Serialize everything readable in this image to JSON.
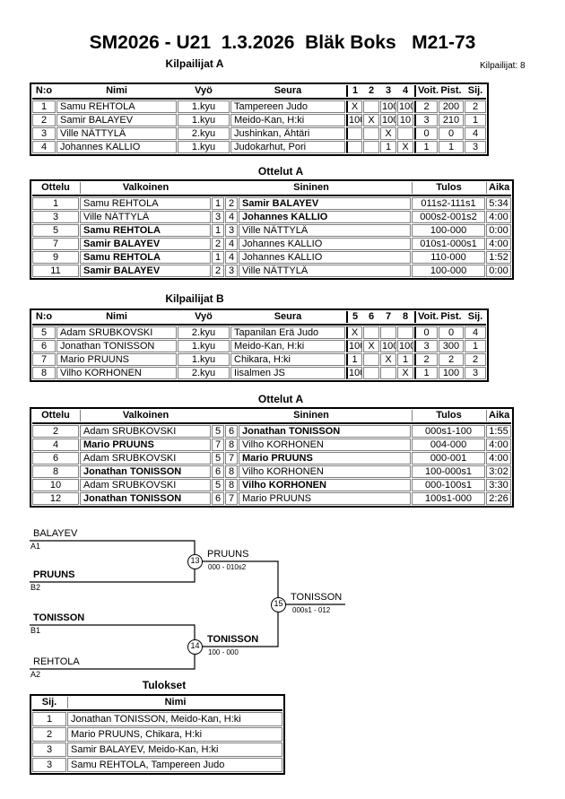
{
  "title": "SM2026 - U21  1.3.2026  Bläk Boks   M21-73",
  "competitors_note": "Kilpailijat: 8",
  "group_a": {
    "heading": "Kilpailijat A",
    "headers": {
      "no": "N:o",
      "name": "Nimi",
      "belt": "Vyö",
      "club": "Seura",
      "c1": "1",
      "c2": "2",
      "c3": "3",
      "c4": "4",
      "wins": "Voit.",
      "points": "Pist.",
      "place": "Sij."
    },
    "rows": [
      {
        "no": "1",
        "name": "Samu REHTOLA",
        "belt": "1.kyu",
        "club": "Tampereen Judo",
        "g1": "X",
        "g2": "",
        "g3": "100",
        "g4": "100",
        "wins": "2",
        "points": "200",
        "place": "2"
      },
      {
        "no": "2",
        "name": "Samir BALAYEV",
        "belt": "1.kyu",
        "club": "Meido-Kan, H:ki",
        "g1": "100",
        "g2": "X",
        "g3": "100",
        "g4": "10",
        "wins": "3",
        "points": "210",
        "place": "1"
      },
      {
        "no": "3",
        "name": "Ville NÄTTYLÄ",
        "belt": "2.kyu",
        "club": "Jushinkan, Ähtäri",
        "g1": "",
        "g2": "",
        "g3": "X",
        "g4": "",
        "wins": "0",
        "points": "0",
        "place": "4"
      },
      {
        "no": "4",
        "name": "Johannes KALLIO",
        "belt": "1.kyu",
        "club": "Judokarhut, Pori",
        "g1": "",
        "g2": "",
        "g3": "1",
        "g4": "X",
        "wins": "1",
        "points": "1",
        "place": "3"
      }
    ]
  },
  "matches_a": {
    "heading": "Ottelut A",
    "headers": {
      "match": "Ottelu",
      "white": "Valkoinen",
      "blue": "Sininen",
      "result": "Tulos",
      "time": "Aika"
    },
    "rows": [
      {
        "no": "1",
        "white": "Samu REHTOLA",
        "wn": "1",
        "bn": "2",
        "blue": "Samir BALAYEV",
        "result": "011s2-111s1",
        "time": "5:34"
      },
      {
        "no": "3",
        "white": "Ville NÄTTYLÄ",
        "wn": "3",
        "bn": "4",
        "blue": "Johannes KALLIO",
        "result": "000s2-001s2",
        "time": "4:00"
      },
      {
        "no": "5",
        "white": "Samu REHTOLA",
        "wn": "1",
        "bn": "3",
        "blue": "Ville NÄTTYLÄ",
        "result": "100-000",
        "time": "0:00"
      },
      {
        "no": "7",
        "white": "Samir BALAYEV",
        "wn": "2",
        "bn": "4",
        "blue": "Johannes KALLIO",
        "result": "010s1-000s1",
        "time": "4:00"
      },
      {
        "no": "9",
        "white": "Samu REHTOLA",
        "wn": "1",
        "bn": "4",
        "blue": "Johannes KALLIO",
        "result": "110-000",
        "time": "1:52"
      },
      {
        "no": "11",
        "white": "Samir BALAYEV",
        "wn": "2",
        "bn": "3",
        "blue": "Ville NÄTTYLÄ",
        "result": "100-000",
        "time": "0:00"
      }
    ]
  },
  "group_b": {
    "heading": "Kilpailijat B",
    "headers": {
      "no": "N:o",
      "name": "Nimi",
      "belt": "Vyö",
      "club": "Seura",
      "c1": "5",
      "c2": "6",
      "c3": "7",
      "c4": "8",
      "wins": "Voit.",
      "points": "Pist.",
      "place": "Sij."
    },
    "rows": [
      {
        "no": "5",
        "name": "Adam SRUBKOVSKI",
        "belt": "2.kyu",
        "club": "Tapanilan Erä Judo",
        "g1": "X",
        "g2": "",
        "g3": "",
        "g4": "",
        "wins": "0",
        "points": "0",
        "place": "4"
      },
      {
        "no": "6",
        "name": "Jonathan TONISSON",
        "belt": "1.kyu",
        "club": "Meido-Kan, H:ki",
        "g1": "100",
        "g2": "X",
        "g3": "100",
        "g4": "100",
        "wins": "3",
        "points": "300",
        "place": "1"
      },
      {
        "no": "7",
        "name": "Mario PRUUNS",
        "belt": "1.kyu",
        "club": "Chikara, H:ki",
        "g1": "1",
        "g2": "",
        "g3": "X",
        "g4": "1",
        "wins": "2",
        "points": "2",
        "place": "2"
      },
      {
        "no": "8",
        "name": "Vilho KORHONEN",
        "belt": "2.kyu",
        "club": "Iisalmen JS",
        "g1": "100",
        "g2": "",
        "g3": "",
        "g4": "X",
        "wins": "1",
        "points": "100",
        "place": "3"
      }
    ]
  },
  "matches_b": {
    "heading": "Ottelut A",
    "headers": {
      "match": "Ottelu",
      "white": "Valkoinen",
      "blue": "Sininen",
      "result": "Tulos",
      "time": "Aika"
    },
    "rows": [
      {
        "no": "2",
        "white": "Adam SRUBKOVSKI",
        "wn": "5",
        "bn": "6",
        "blue": "Jonathan TONISSON",
        "result": "000s1-100",
        "time": "1:55"
      },
      {
        "no": "4",
        "white": "Mario PRUUNS",
        "wn": "7",
        "bn": "8",
        "blue": "Vilho KORHONEN",
        "result": "004-000",
        "time": "4:00"
      },
      {
        "no": "6",
        "white": "Adam SRUBKOVSKI",
        "wn": "5",
        "bn": "7",
        "blue": "Mario PRUUNS",
        "result": "000-001",
        "time": "4:00"
      },
      {
        "no": "8",
        "white": "Jonathan TONISSON",
        "wn": "6",
        "bn": "8",
        "blue": "Vilho KORHONEN",
        "result": "100-000s1",
        "time": "3:02"
      },
      {
        "no": "10",
        "white": "Adam SRUBKOVSKI",
        "wn": "5",
        "bn": "8",
        "blue": "Vilho KORHONEN",
        "result": "000-100s1",
        "time": "3:30"
      },
      {
        "no": "12",
        "white": "Jonathan TONISSON",
        "wn": "6",
        "bn": "7",
        "blue": "Mario PRUUNS",
        "result": "100s1-000",
        "time": "2:26"
      }
    ]
  },
  "bracket": {
    "slots": [
      {
        "name": "BALAYEV",
        "seed": "A1"
      },
      {
        "name": "PRUUNS",
        "seed": "B2"
      },
      {
        "name": "TONISSON",
        "seed": "B1"
      },
      {
        "name": "REHTOLA",
        "seed": "A2"
      }
    ],
    "matches": [
      {
        "number": "13",
        "winner": "PRUUNS",
        "score": "000 - 010s2"
      },
      {
        "number": "14",
        "winner": "TONISSON",
        "score": "100 - 000"
      },
      {
        "number": "15",
        "winner": "TONISSON",
        "score": "000s1 - 012"
      }
    ]
  },
  "results": {
    "heading": "Tulokset",
    "headers": {
      "place": "Sij.",
      "name": "Nimi"
    },
    "rows": [
      {
        "place": "1",
        "name": "Jonathan TONISSON, Meido-Kan, H:ki"
      },
      {
        "place": "2",
        "name": "Mario PRUUNS, Chikara, H:ki"
      },
      {
        "place": "3",
        "name": "Samir BALAYEV, Meido-Kan, H:ki"
      },
      {
        "place": "3",
        "name": "Samu REHTOLA, Tampereen Judo"
      }
    ]
  }
}
